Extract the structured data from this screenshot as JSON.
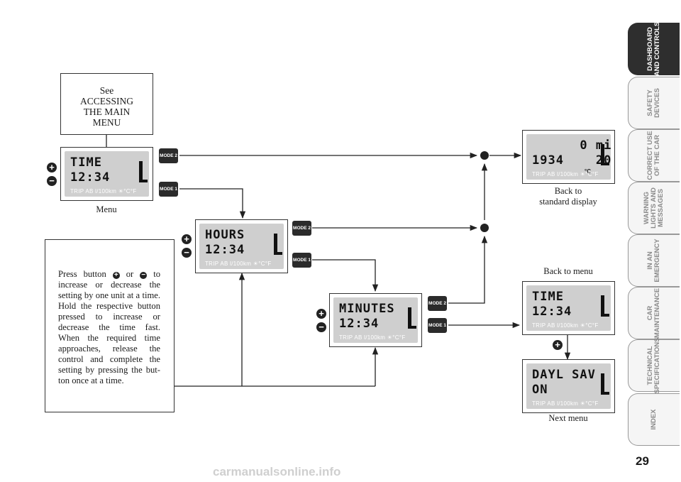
{
  "note_box": {
    "lines": [
      "See",
      "ACCESSING",
      "THE MAIN",
      "MENU"
    ]
  },
  "instruction": {
    "text_1": "Press button",
    "text_2": "or",
    "text_3": "to increase or decrease the setting by one unit at a time. Hold the respective button pressed to increase or decrease the time fast. When the required time approaches, release the control and complete the setting by pressing the but-ton once at a time."
  },
  "captions": {
    "menu": "Menu",
    "back_to_standard": [
      "Back to",
      "standard display"
    ],
    "back_to_menu": "Back to menu",
    "next_menu": "Next menu"
  },
  "buttons": {
    "mode1": "MODE 1",
    "mode2": "MODE 2",
    "plus": "+",
    "minus": "−"
  },
  "lcd_footer": "TRIP AB l/100km ☀°C°F",
  "displays": {
    "menu": {
      "line1": "TIME",
      "line2": " 12:34"
    },
    "hours": {
      "line1": "HOURS",
      "line2": " 12:34"
    },
    "minutes": {
      "line1": "MINUTES",
      "line2": " 12:34"
    },
    "standard": {
      "line1": "      0 mi",
      "line2": "1934    20",
      "unit": "°C"
    },
    "back_menu": {
      "line1": "TIME",
      "line2": " 12:34"
    },
    "next_menu": {
      "line1": "DAYL SAV",
      "line2": "ON"
    }
  },
  "sidebar": {
    "tabs": [
      {
        "label": "DASHBOARD\nAND CONTROLS",
        "active": true
      },
      {
        "label": "SAFETY\nDEVICES"
      },
      {
        "label": "CORRECT USE\nOF THE CAR"
      },
      {
        "label": "WARNING\nLIGHTS AND\nMESSAGES"
      },
      {
        "label": "IN AN\nEMERGENCY"
      },
      {
        "label": "CAR\nMAINTENANCE"
      },
      {
        "label": "TECHNICAL\nSPECIFICATIONS"
      },
      {
        "label": "INDEX"
      }
    ]
  },
  "page_number": "29",
  "watermark": "carmanualsonline.info"
}
